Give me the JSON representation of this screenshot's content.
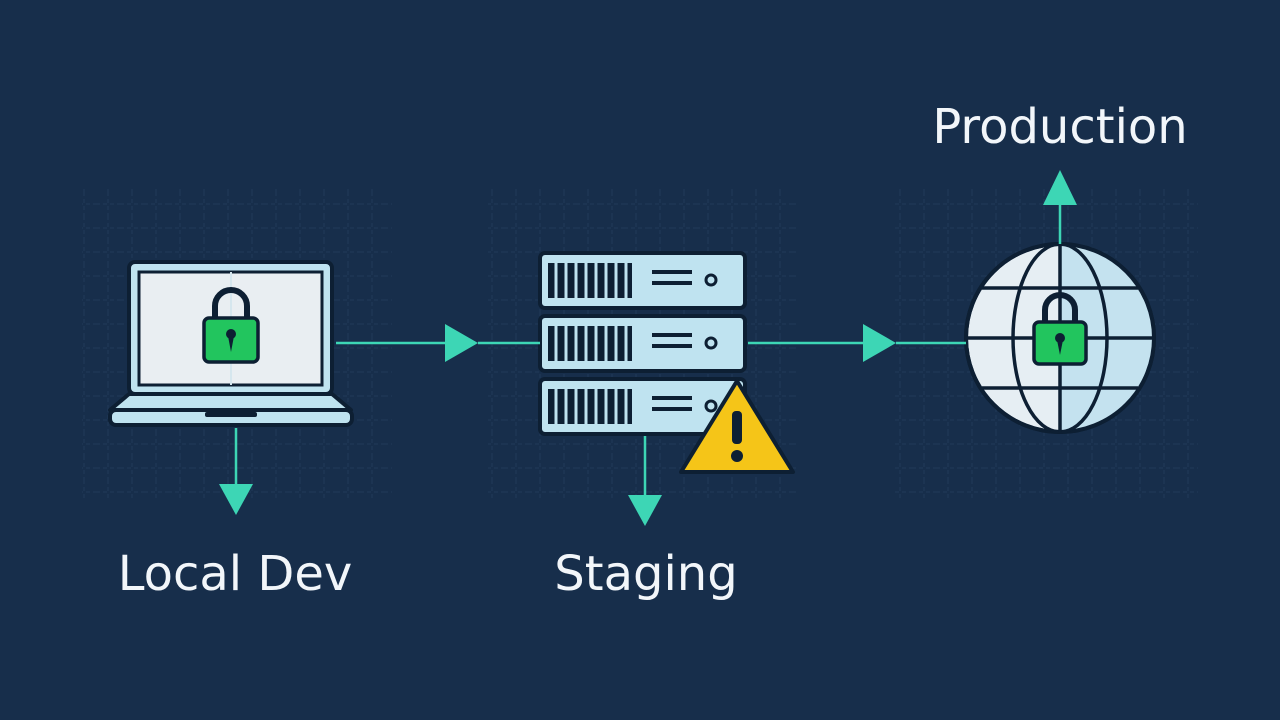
{
  "stages": [
    {
      "label": "Local Dev",
      "icon": "laptop-lock-icon"
    },
    {
      "label": "Staging",
      "icon": "server-rack-icon",
      "status_icon": "warning-icon"
    },
    {
      "label": "Production",
      "icon": "globe-lock-icon"
    }
  ],
  "colors": {
    "background": "#172e4b",
    "arrow": "#3dd6b5",
    "device_fill": "#bfe3f0",
    "device_outline": "#0d1f33",
    "lock": "#22c55e",
    "warning": "#f5c518",
    "grid": "#2b4564"
  }
}
